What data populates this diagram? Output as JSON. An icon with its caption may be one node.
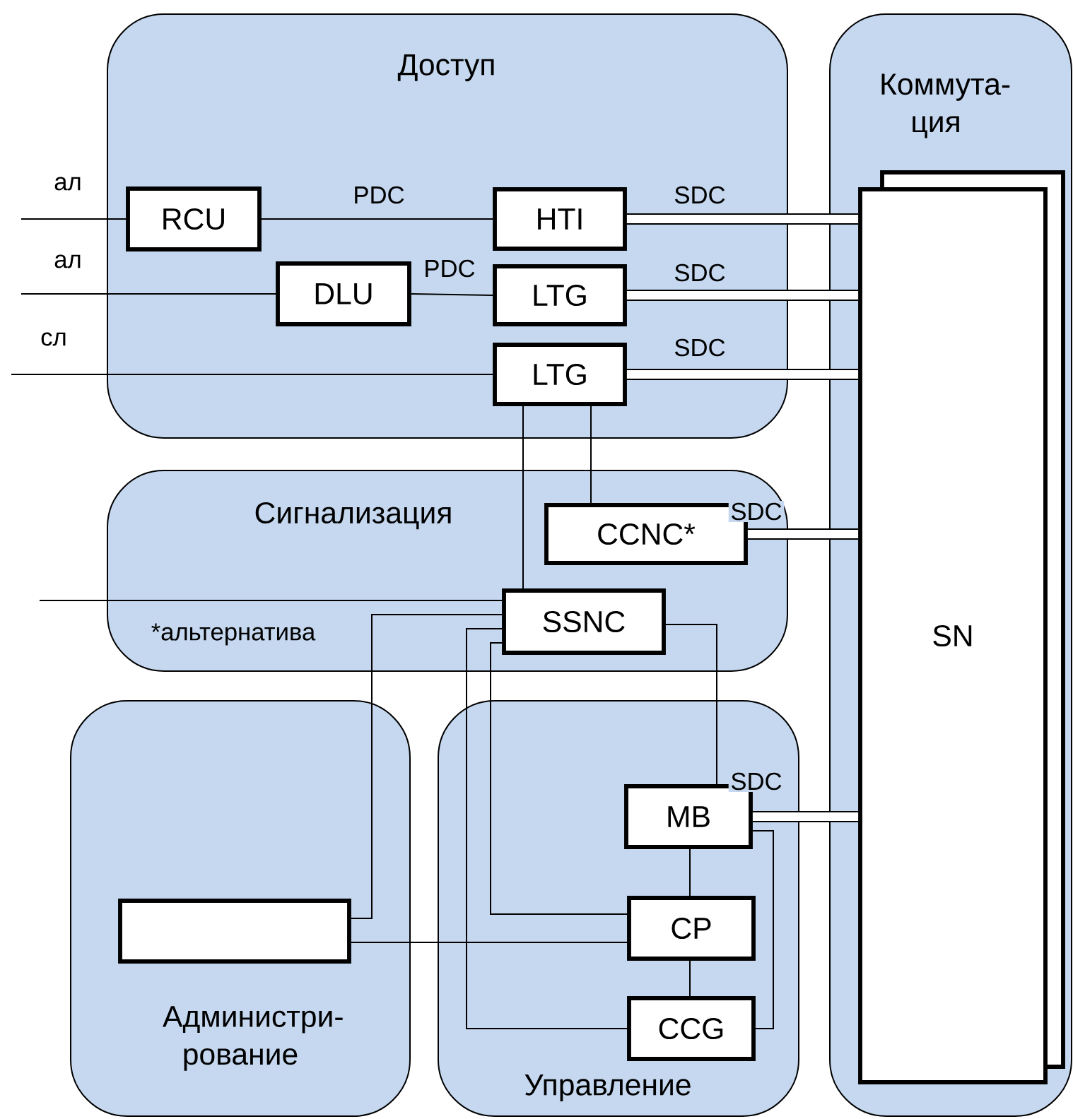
{
  "diagram": {
    "nodes": [
      {
        "text": [
          "Доступ"
        ]
      },
      {
        "text": [
          "RCU"
        ],
        "in": 0
      },
      {
        "text": [
          "HTI"
        ],
        "in": 0
      },
      {
        "text": [
          "DLU"
        ],
        "in": 0
      },
      {
        "text": [
          "LTG"
        ],
        "in": 0
      },
      {
        "text": [
          "LTG"
        ],
        "in": 0
      },
      {
        "text": [
          "Сигнализация"
        ]
      },
      {
        "text": [
          "CCNC*"
        ],
        "in": 6
      },
      {
        "text": [
          "SSNC"
        ],
        "in": 6
      },
      {
        "text": [
          "Администри- рование"
        ]
      },
      {
        "text": [],
        "shape": "box",
        "in": 9
      },
      {
        "text": [
          "Управление"
        ]
      },
      {
        "text": [
          "MB"
        ],
        "in": 11
      },
      {
        "text": [
          "CP"
        ],
        "in": 11
      },
      {
        "text": [
          "CCG"
        ],
        "in": 11
      },
      {
        "text": [
          "Коммута- ция"
        ]
      },
      {
        "text": [
          "SN"
        ],
        "in": 15
      }
    ],
    "edges": [
      {
        "from": null,
        "to": 1,
        "arrow": "none",
        "label": "ал"
      },
      {
        "from": null,
        "to": 3,
        "arrow": "none",
        "label": "ал"
      },
      {
        "from": null,
        "to": 5,
        "arrow": "none",
        "label": "сл"
      },
      {
        "from": 1,
        "to": 2,
        "arrow": "none",
        "label": "PDC"
      },
      {
        "from": 3,
        "to": 4,
        "arrow": "none",
        "label": "PDC"
      },
      {
        "from": 2,
        "to": 16,
        "arrow": "none",
        "label": "SDC",
        "style": "thick"
      },
      {
        "from": 4,
        "to": 16,
        "arrow": "none",
        "label": "SDC",
        "style": "thick"
      },
      {
        "from": 5,
        "to": 16,
        "arrow": "none",
        "label": "SDC",
        "style": "thick"
      },
      {
        "from": 5,
        "to": 8,
        "arrow": "none"
      },
      {
        "from": 5,
        "to": 7,
        "arrow": "none"
      },
      {
        "from": 7,
        "to": 16,
        "arrow": "none",
        "label": "SDC",
        "style": "thick"
      },
      {
        "from": null,
        "to": 8,
        "arrow": "none"
      },
      {
        "from": 8,
        "to": 10,
        "arrow": "none"
      },
      {
        "from": 8,
        "to": 14,
        "arrow": "none"
      },
      {
        "from": 8,
        "to": 13,
        "arrow": "none"
      },
      {
        "from": 8,
        "to": 12,
        "arrow": "none"
      },
      {
        "from": 12,
        "to": 16,
        "arrow": "none",
        "label": "SDC",
        "style": "thick"
      },
      {
        "from": 10,
        "to": 13,
        "arrow": "none"
      },
      {
        "from": 12,
        "to": 13,
        "arrow": "none"
      },
      {
        "from": 12,
        "to": 14,
        "arrow": "none"
      },
      {
        "from": 13,
        "to": 14,
        "arrow": "none"
      }
    ],
    "labels": [
      "*альтернатива"
    ]
  }
}
